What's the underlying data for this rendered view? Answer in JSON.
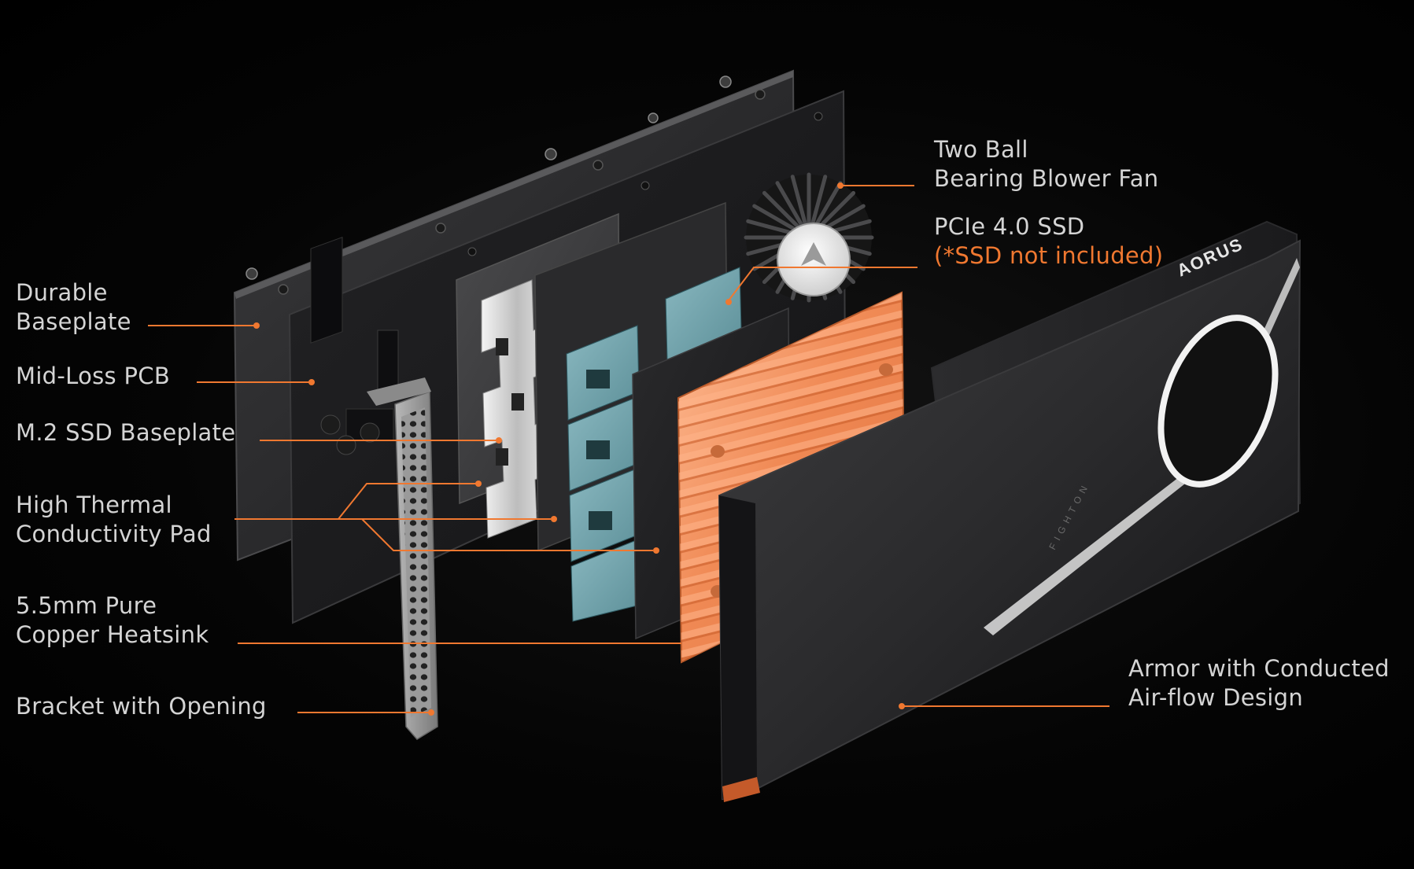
{
  "diagram": {
    "accent_color": "#f07830",
    "brand_logo_text": "AORUS",
    "armor_badge_text": "FIGHTON",
    "callouts": {
      "baseplate": [
        "Durable",
        "Baseplate"
      ],
      "pcb": [
        "Mid-Loss PCB"
      ],
      "ssd_baseplate": [
        "M.2 SSD Baseplate"
      ],
      "thermal_pad": [
        "High Thermal",
        "Conductivity Pad"
      ],
      "heatsink": [
        "5.5mm Pure",
        "Copper Heatsink"
      ],
      "bracket": [
        "Bracket with Opening"
      ],
      "fan": [
        "Two Ball",
        "Bearing Blower Fan"
      ],
      "ssd": [
        "PCIe 4.0 SSD"
      ],
      "ssd_note": "(*SSD not included)",
      "armor": [
        "Armor with Conducted",
        "Air-flow Design"
      ]
    }
  }
}
